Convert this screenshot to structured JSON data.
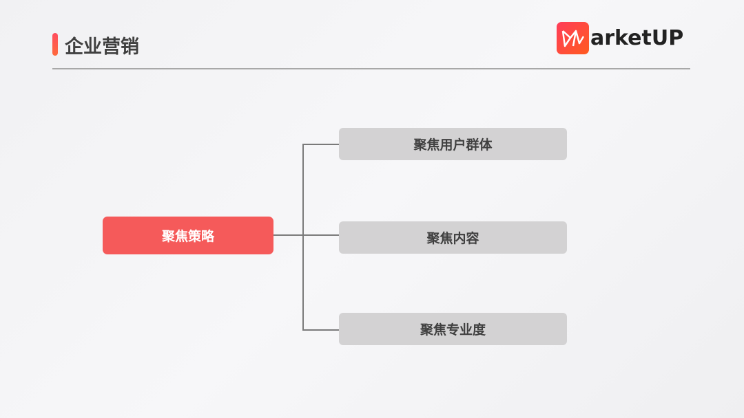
{
  "header": {
    "title": "企业营销",
    "logo_text": "arketUP",
    "logo_full": "MarketUP"
  },
  "diagram": {
    "root": "聚焦策略",
    "children": [
      "聚焦用户群体",
      "聚焦内容",
      "聚焦专业度"
    ]
  },
  "colors": {
    "accent": "#f55a5a",
    "child_bg": "#d3d2d3"
  }
}
